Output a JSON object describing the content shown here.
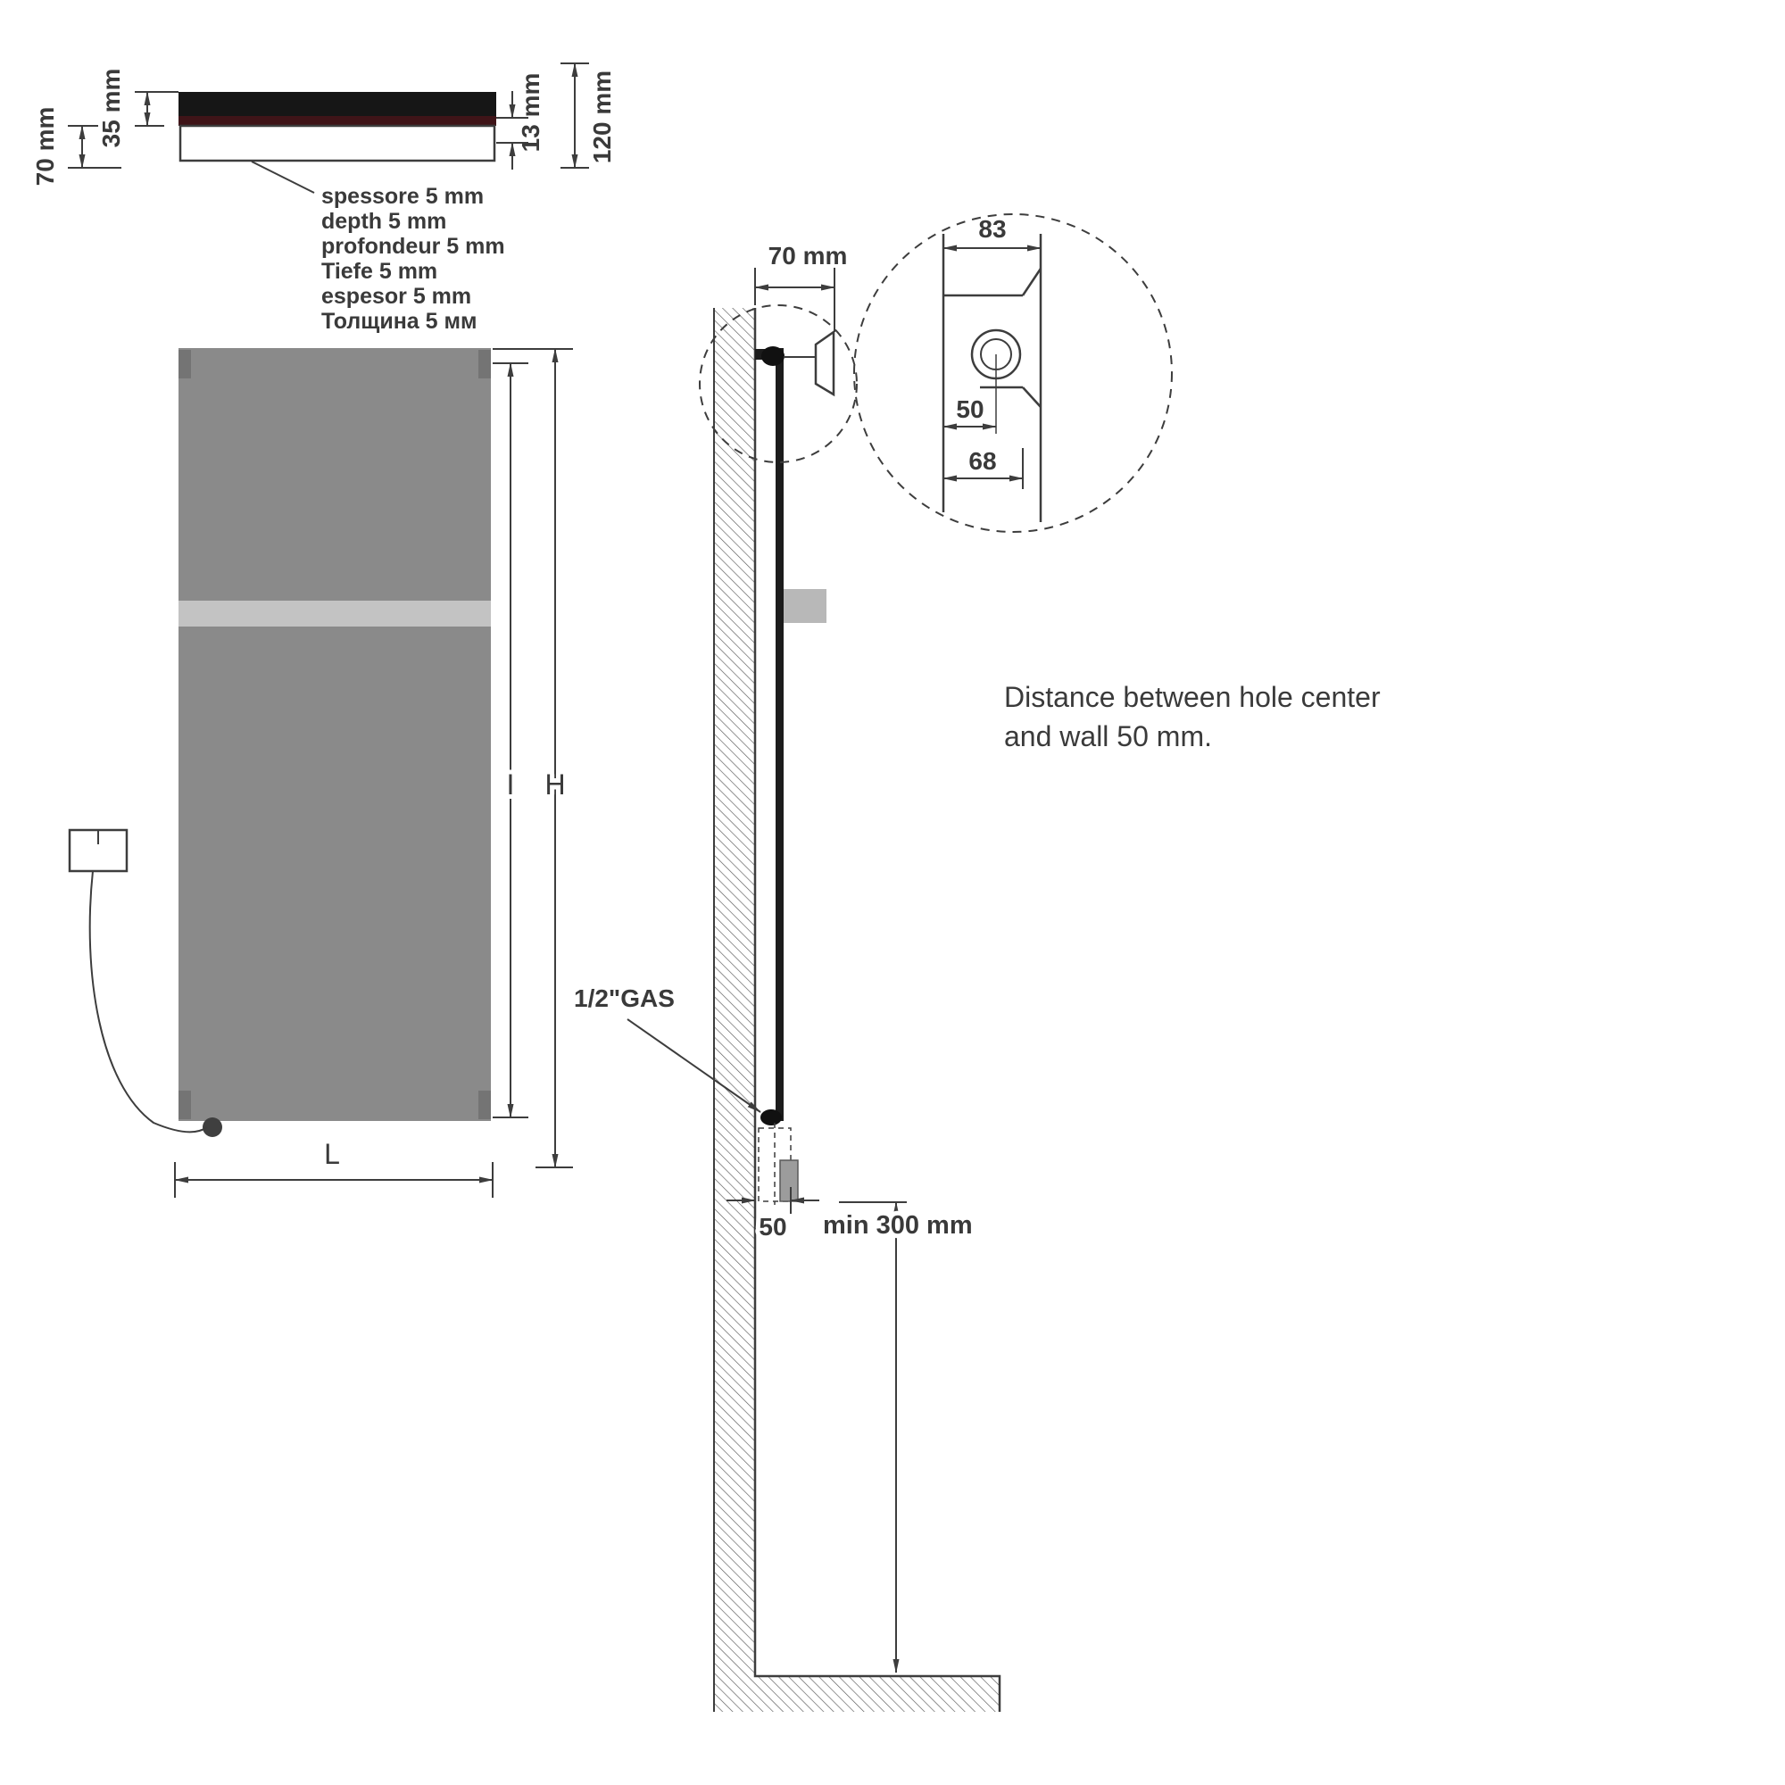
{
  "colors": {
    "radiator_gray": "#8a8a8a",
    "band_gray": "#c3c3c3",
    "mount_tab_gray": "#747474",
    "dark_bar": "#161616",
    "accent_dark_red": "#3f1418",
    "valve_gray": "#9c9c9c",
    "line": "#3d3d3d",
    "text": "#3a3a3a"
  },
  "top_view": {
    "dim_70": "70 mm",
    "dim_35": "35 mm",
    "dim_13": "13 mm",
    "dim_120": "120 mm",
    "depth_labels": [
      "spessore 5 mm",
      "depth 5 mm",
      "profondeur 5 mm",
      "Tiefe 5 mm",
      "espesor 5 mm",
      "Толщина 5 мм"
    ]
  },
  "front_view": {
    "dim_i": "I",
    "dim_h": "H",
    "dim_l": "L"
  },
  "side_view": {
    "dim_wall_offset": "70 mm",
    "detail": {
      "dim_83": "83",
      "dim_50": "50",
      "dim_68": "68"
    },
    "note_line1": "Distance between hole center",
    "note_line2": "and wall 50 mm.",
    "gas_label": "1/2\"GAS",
    "dim_pipe_wall": "50",
    "dim_floor_clearance": "min 300 mm"
  }
}
